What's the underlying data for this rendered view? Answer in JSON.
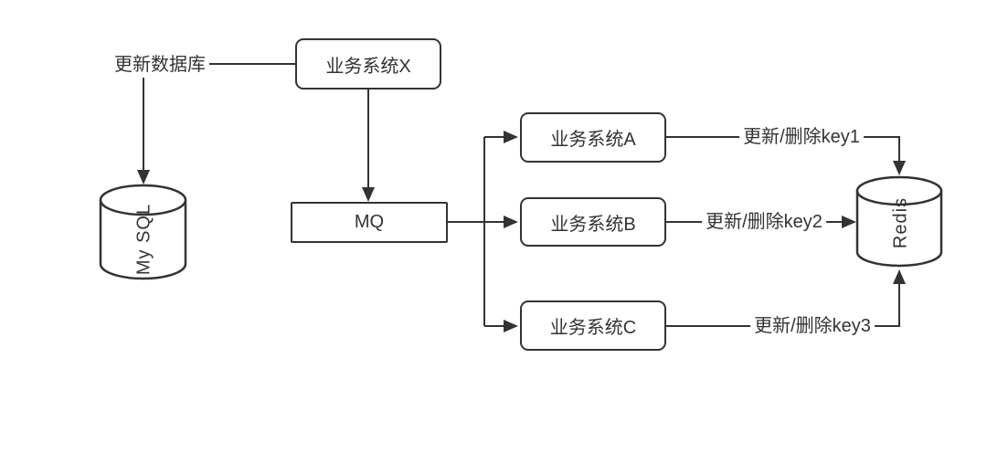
{
  "diagram": {
    "background": "#ffffff",
    "stroke_color": "#333333",
    "text_color": "#333333",
    "nodes": {
      "system_x": {
        "label": "业务系统X",
        "shape": "rounded-rect"
      },
      "mq": {
        "label": "MQ",
        "shape": "rect"
      },
      "system_a": {
        "label": "业务系统A",
        "shape": "rounded-rect"
      },
      "system_b": {
        "label": "业务系统B",
        "shape": "rounded-rect"
      },
      "system_c": {
        "label": "业务系统C",
        "shape": "rounded-rect"
      },
      "mysql_db": {
        "label": "My SQL",
        "shape": "cylinder"
      },
      "redis_db": {
        "label": "Redis",
        "shape": "cylinder"
      }
    },
    "edges": {
      "update_db_label": "更新数据库",
      "key1_label": "更新/删除key1",
      "key2_label": "更新/删除key2",
      "key3_label": "更新/删除key3"
    }
  }
}
